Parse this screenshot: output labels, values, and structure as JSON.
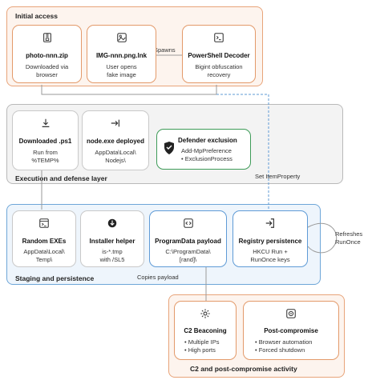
{
  "groups": {
    "initial_access": "Initial access",
    "execution": "Execution and defense layer",
    "staging": "Staging and persistence",
    "c2": "C2 and post-compromise activity"
  },
  "nodes": {
    "photo_zip": {
      "title": "photo-nnn.zip",
      "line1": "Downloaded via",
      "line2": "browser",
      "icon": "zip-file-icon"
    },
    "img_lnk": {
      "title": "IMG-nnn.png.lnk",
      "line1": "User opens",
      "line2": "fake image",
      "icon": "image-shortcut-icon"
    },
    "powershell": {
      "title": "PowerShell Decoder",
      "line1": "Bigint obfuscation",
      "line2": "recovery",
      "icon": "terminal-icon"
    },
    "download_ps1": {
      "title": "Downloaded .ps1",
      "line1": "Run from",
      "line2": "%TEMP%",
      "icon": "download-icon"
    },
    "node_exe": {
      "title": "node.exe deployed",
      "line1": "AppData\\Local\\",
      "line2": "Nodejs\\",
      "icon": "deploy-arrow-icon"
    },
    "defender": {
      "title": "Defender exclusion",
      "line1": "Add-MpPreference",
      "line2": "• ExclusionProcess",
      "icon": "shield-icon"
    },
    "random_exes": {
      "title": "Random EXEs",
      "line1": "AppData\\Local\\",
      "line2": "Temp\\",
      "icon": "terminal-window-icon"
    },
    "installer": {
      "title": "Installer helper",
      "line1": "is-*.tmp",
      "line2": "with /SL5",
      "icon": "install-icon"
    },
    "programdata": {
      "title": "ProgramData payload",
      "line1": "C:\\ProgramData\\",
      "line2": "[rand]\\",
      "icon": "code-icon"
    },
    "registry": {
      "title": "Registry persistence",
      "line1": "HKCU Run +",
      "line2": "RunOnce keys",
      "icon": "sign-in-icon"
    },
    "c2_beacon": {
      "title": "C2 Beaconing",
      "line1": "• Multiple IPs",
      "line2": "• High ports",
      "icon": "gear-icon"
    },
    "post_compromise": {
      "title": "Post-compromise",
      "line1": "• Browser automation",
      "line2": "• Forced shutdown",
      "icon": "target-icon"
    }
  },
  "edges": {
    "spawns": "Spawns",
    "set_item_property": "Set ItemProperty",
    "copies_payload": "Copies payload",
    "refreshes_1": "Refreshes",
    "refreshes_2": "RunOnce"
  },
  "colors": {
    "orange": "#e39a6a",
    "blue": "#5f9bd6",
    "green": "#3e9b58"
  }
}
